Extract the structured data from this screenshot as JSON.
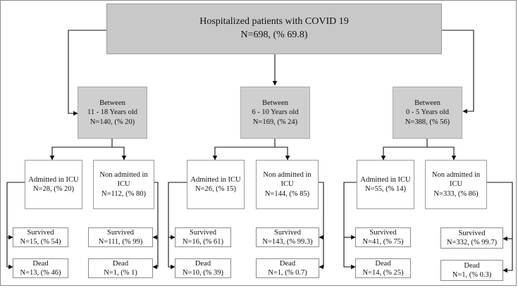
{
  "root": {
    "line1": "Hospitalized patients with COVID 19",
    "line2": "N=698, (% 69.8)"
  },
  "age_groups": [
    {
      "line1": "Between",
      "line2": "11 - 18 Years old",
      "line3": "N=140, (% 20)"
    },
    {
      "line1": "Between",
      "line2": "6 - 10 Years old",
      "line3": "N=169, (% 24)"
    },
    {
      "line1": "Between",
      "line2": "0 - 5 Years old",
      "line3": "N=388, (% 56)"
    }
  ],
  "icu": [
    {
      "label": "Admitted in ICU",
      "count": "N=28, (% 20)"
    },
    {
      "label": "Admitted in ICU",
      "count": "N=26, (% 15)"
    },
    {
      "label": "Admitted in ICU",
      "count": "N=55, (% 14)"
    }
  ],
  "non_icu": [
    {
      "label1": "Non admitted in",
      "label2": "ICU",
      "count": "N=112, (% 80)"
    },
    {
      "label1": "Non admitted in",
      "label2": "ICU",
      "count": "N=144, (% 85)"
    },
    {
      "label1": "Non admitted in",
      "label2": "ICU",
      "count": "N=333, (% 86)"
    }
  ],
  "icu_survived": [
    {
      "label": "Survived",
      "count": "N=15, (% 54)"
    },
    {
      "label": "Survived",
      "count": "N=16, (% 61)"
    },
    {
      "label": "Survived",
      "count": "N=41, (% 75)"
    }
  ],
  "icu_dead": [
    {
      "label": "Dead",
      "count": "N=13, (% 46)"
    },
    {
      "label": "Dead",
      "count": "N=10, (% 39)"
    },
    {
      "label": "Dead",
      "count": "N=14, (% 25)"
    }
  ],
  "non_icu_survived": [
    {
      "label": "Survived",
      "count": "N=111, (% 99)"
    },
    {
      "label": "Survived",
      "count": "N=143, (% 99.3)"
    },
    {
      "label": "Survived",
      "count": "N=332, (% 99.7)"
    }
  ],
  "non_icu_dead": [
    {
      "label": "Dead",
      "count": "N=1, (% 1)"
    },
    {
      "label": "Dead",
      "count": "N=1, (% 0.7)"
    },
    {
      "label": "Dead",
      "count": "N=1, (% 0.3)"
    }
  ]
}
